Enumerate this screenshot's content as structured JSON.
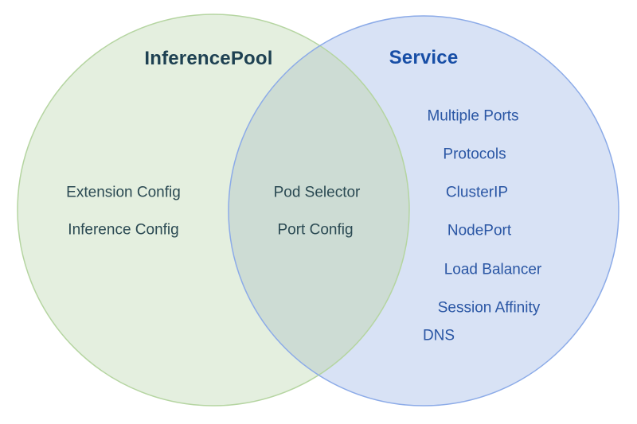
{
  "diagram": {
    "type": "venn",
    "left": {
      "title": "InferencePool",
      "items": [
        "Extension Config",
        "Inference Config"
      ]
    },
    "overlap": {
      "items": [
        "Pod Selector",
        "Port Config"
      ]
    },
    "right": {
      "title": "Service",
      "items": [
        "Multiple Ports",
        "Protocols",
        "ClusterIP",
        "NodePort",
        "Load Balancer",
        "Session Affinity",
        "DNS"
      ]
    },
    "colors": {
      "left_circle_fill": "#e4efdf",
      "left_circle_stroke": "#b5d5a1",
      "right_circle_fill": "#d8e2f5",
      "right_circle_stroke": "#8cabe8",
      "overlap_fill": "#cddcd4",
      "left_title_text": "#1e4152",
      "left_item_text": "#2b4a53",
      "right_title_text": "#174ea6",
      "right_item_text": "#2a56a4"
    }
  }
}
